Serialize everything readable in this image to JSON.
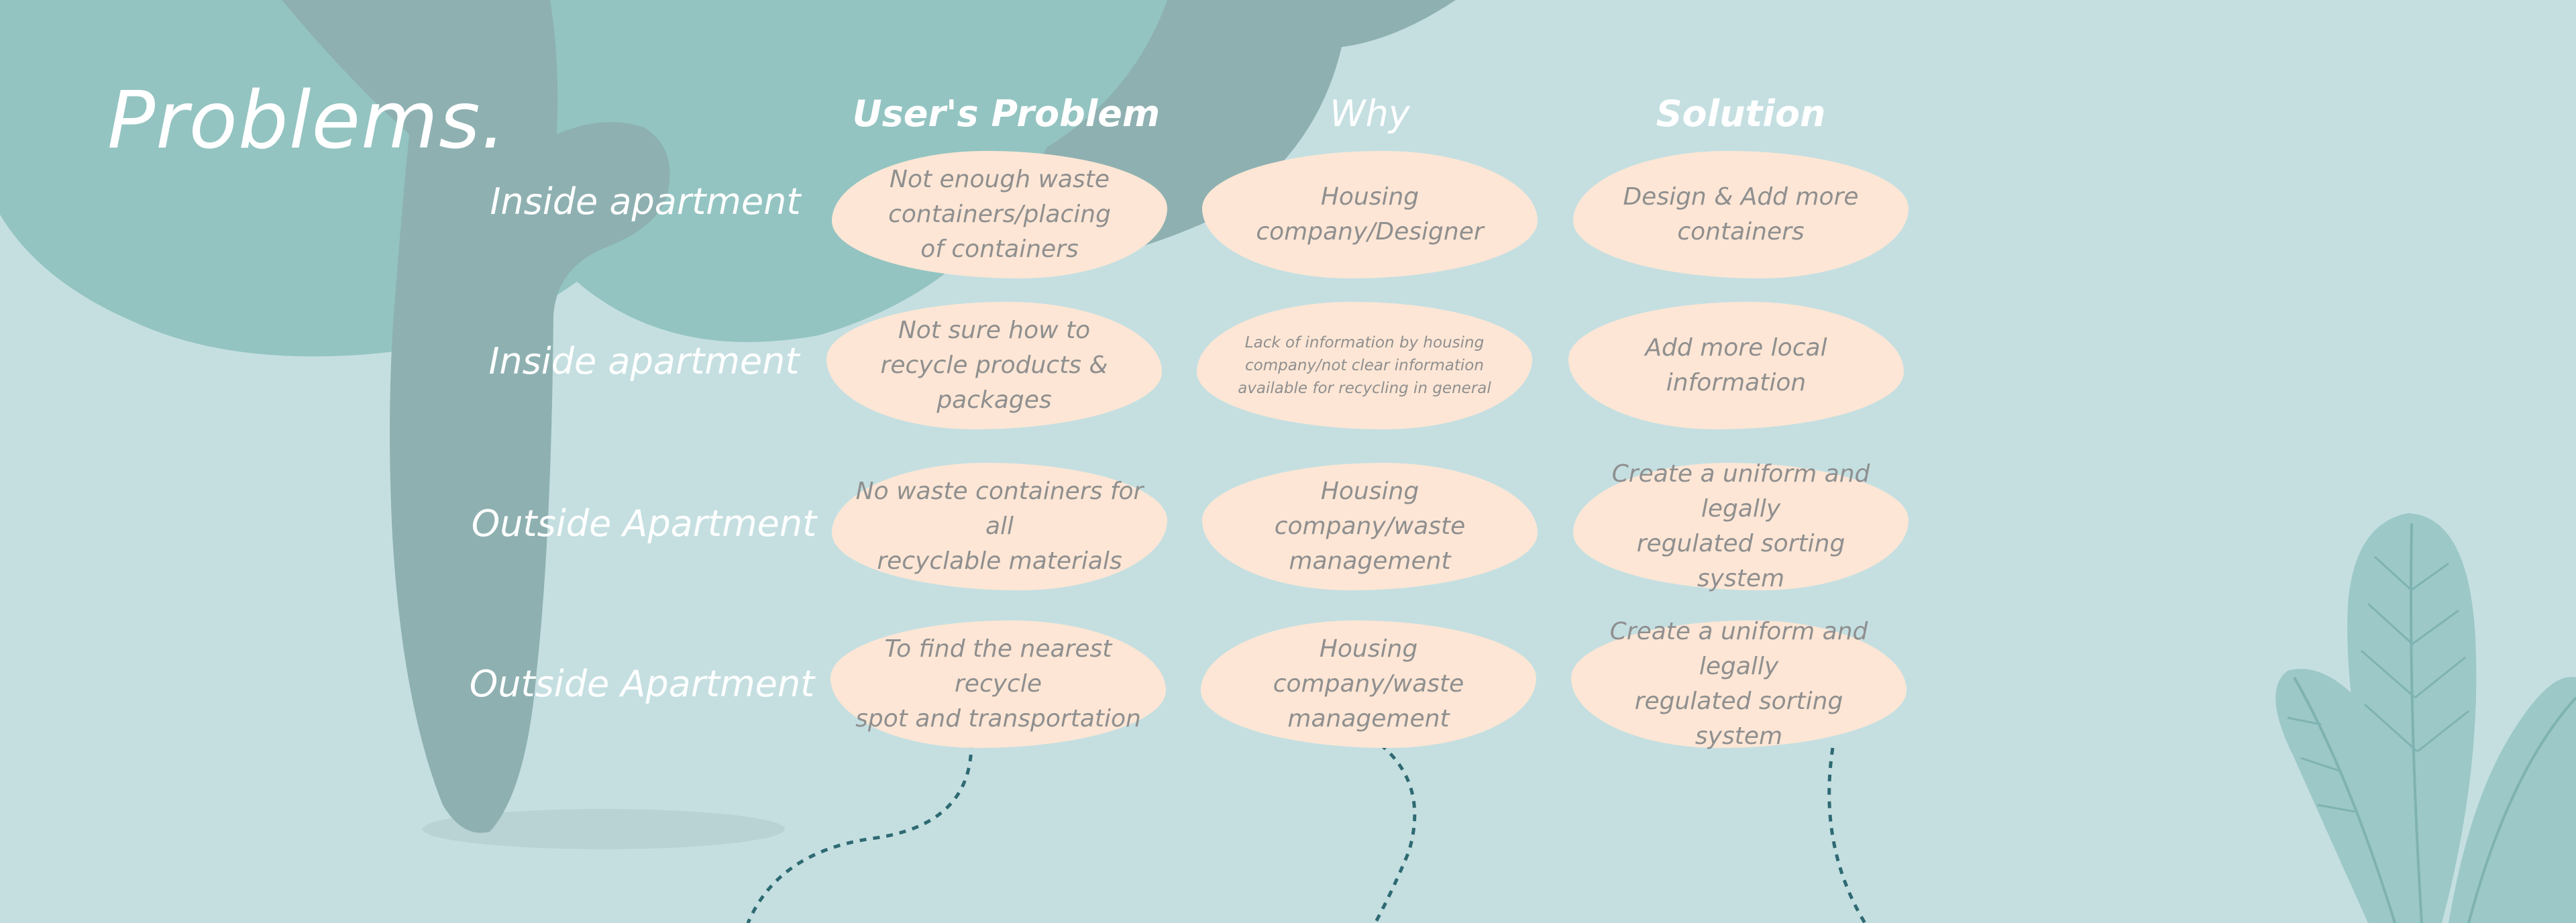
{
  "title": "Problems.",
  "headers": {
    "problem": "User's Problem",
    "why": "Why",
    "solution": "Solution"
  },
  "rows": [
    {
      "label": "Inside apartment",
      "problem": "Not enough waste\ncontainers/placing\nof containers",
      "why": "Housing\ncompany/Designer",
      "solution": "Design & Add more\ncontainers"
    },
    {
      "label": "Inside apartment",
      "problem": "Not sure how to\nrecycle products &\npackages",
      "why": "Lack of information by housing\ncompany/not clear information\navailable for recycling in general",
      "solution": "Add more local\ninformation"
    },
    {
      "label": "Outside Apartment",
      "problem": "No waste containers for all\nrecyclable materials",
      "why": "Housing company/waste\nmanagement",
      "solution": "Create a uniform and legally\nregulated sorting system"
    },
    {
      "label": "Outside Apartment",
      "problem": "To find the nearest recycle\nspot and transportation",
      "why": "Housing company/waste\nmanagement",
      "solution": "Create a uniform and legally\nregulated sorting system"
    }
  ],
  "colors": {
    "background": "#c5dfe1",
    "blob": "#fde6d5",
    "tree_canopy": "#93c4c1",
    "tree_trunk": "#8eb0b1",
    "plant": "#9cc8c7",
    "dashed_line": "#2e6a72"
  }
}
